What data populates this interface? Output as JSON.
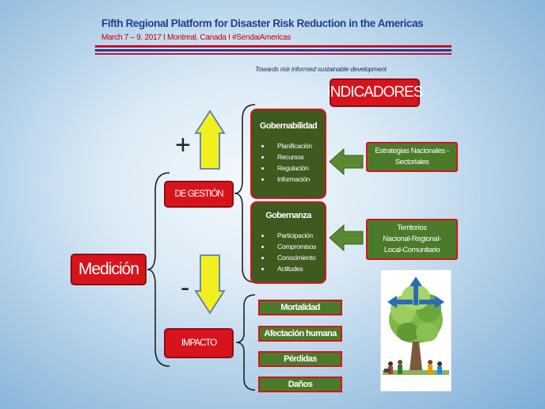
{
  "header": {
    "title": "Fifth Regional Platform for Disaster Risk Reduction in the Americas",
    "subtitle": "March 7 – 9. 2017 I Montreal, Canada I #SendaiAmericas",
    "tagline": "Towards risk informed sustainable development"
  },
  "diagram": {
    "indicadores": "INDICADORES",
    "root": "Medición",
    "plus_sign": "+",
    "minus_sign": "-",
    "de_gestion": "DE GESTIÓN",
    "impacto": "IMPACTO",
    "gobernabilidad": {
      "title": "Gobernabilidad",
      "items": [
        "Planificación",
        "Recursos",
        "Regulación",
        "Información"
      ]
    },
    "gobernanza": {
      "title": "Gobernanza",
      "items": [
        "Participación",
        "Compromisos",
        "Conocimiento",
        "Actitudes"
      ]
    },
    "estrategias": [
      "Estrategias Nacionales -",
      "Sectoriales"
    ],
    "territorios": [
      "Territorios",
      "Nacional-Regional-",
      "Local-Comunitario"
    ],
    "impact_items": [
      "Mortalidad",
      "Afectación humana",
      "Pérdidas",
      "Daños"
    ]
  },
  "colors": {
    "red": "#d7141c",
    "dark_green": "#3e5a1e",
    "green": "#4b7b2a",
    "arrow_yellow": "#f2ef1f",
    "title_blue": "#1f3f8f"
  }
}
